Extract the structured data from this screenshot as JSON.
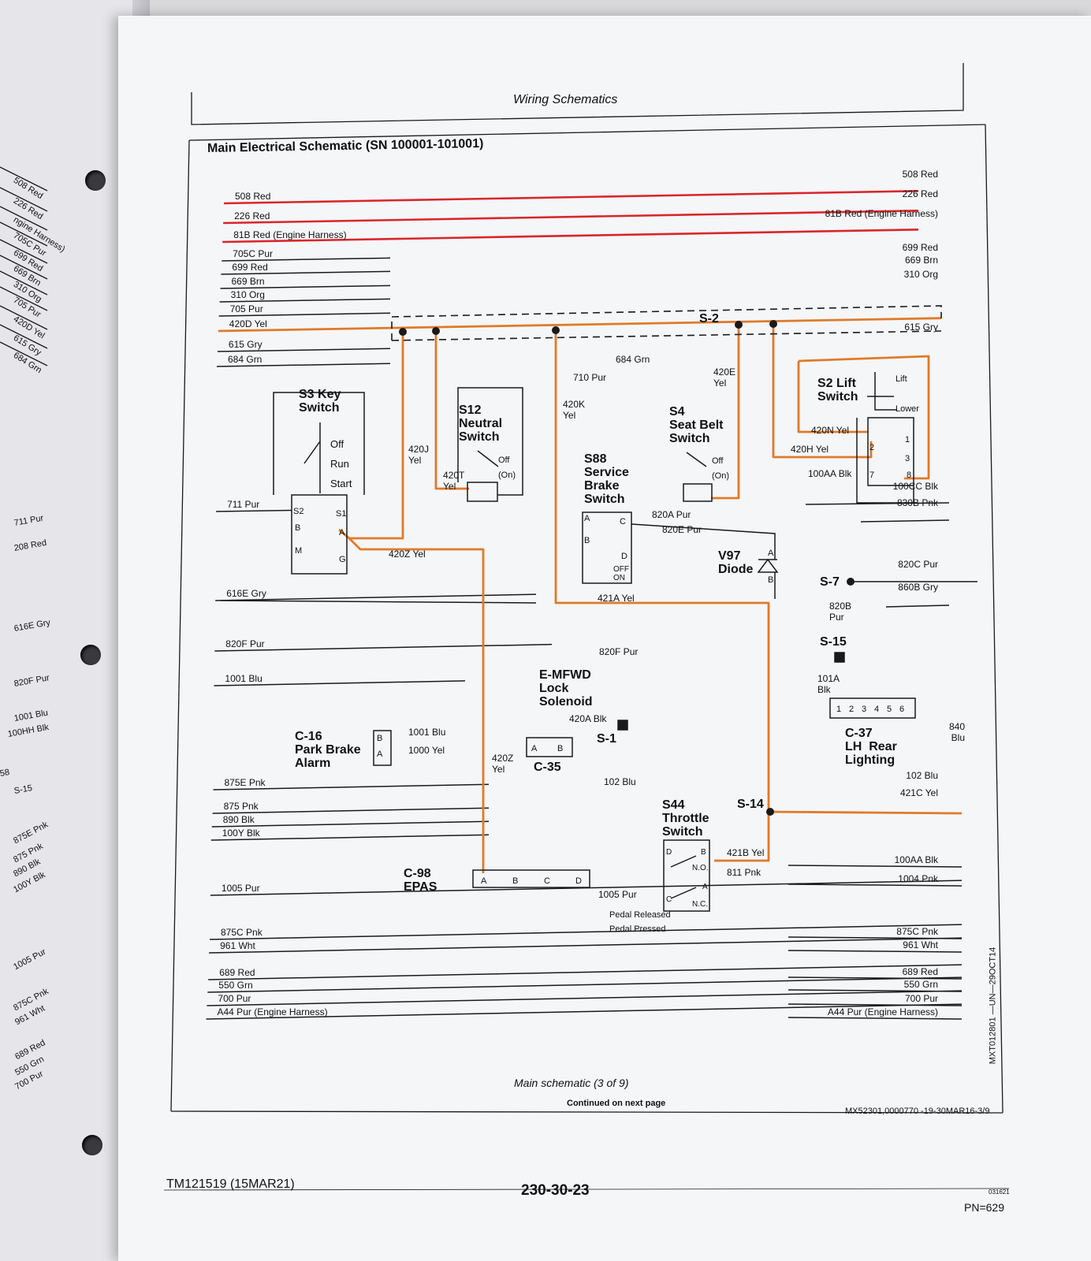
{
  "header": {
    "section": "Wiring Schematics",
    "title": "Main Electrical Schematic (SN 100001-101001)"
  },
  "left_page_labels": [
    "508 Red",
    "226 Red",
    "ngine Harness)",
    "705C Pur",
    "699 Red",
    "669 Brn",
    "310 Org",
    "705 Pur",
    "420D Yel",
    "615 Gry",
    "684 Grn",
    "711 Pur",
    "208 Red",
    "616E Gry",
    "820F Pur",
    "1001 Blu",
    "100HH Blk",
    "58",
    "S-15",
    "875E Pnk",
    "875 Pnk",
    "890 Blk",
    "100Y Blk",
    "1005 Pur",
    "875C Pnk",
    "961 Wht",
    "689 Red",
    "550 Grn",
    "700 Pur"
  ],
  "wires_left": [
    "508 Red",
    "226 Red",
    "81B Red (Engine Harness)",
    "705C Pur",
    "699 Red",
    "669 Brn",
    "310 Org",
    "705 Pur",
    "420D Yel",
    "615 Gry",
    "684 Grn",
    "711 Pur",
    "616E Gry",
    "820F Pur",
    "1001 Blu",
    "875E Pnk",
    "875 Pnk",
    "890 Blk",
    "100Y Blk",
    "1005 Pur",
    "875C Pnk",
    "961 Wht",
    "689 Red",
    "550 Grn",
    "700 Pur",
    "A44 Pur (Engine Harness)"
  ],
  "wires_right": [
    "508 Red",
    "226 Red",
    "81B Red (Engine Harness)",
    "699 Red",
    "669 Brn",
    "310 Org",
    "615 Gry",
    "100CC Blk",
    "830B Pnk",
    "820C Pur",
    "860B Gry",
    "840 Blu",
    "102 Blu",
    "421C Yel",
    "100AA Blk",
    "1004 Pnk",
    "875C Pnk",
    "961 Wht",
    "689 Red",
    "550 Grn",
    "700 Pur",
    "A44 Pur (Engine Harness)"
  ],
  "wire_labels_mid": [
    "710 Pur",
    "684 Grn",
    "420E Yel",
    "420K Yel",
    "420J Yel",
    "420T Yel",
    "420Z Yel",
    "420N Yel",
    "420H Yel",
    "100AA Blk",
    "820A Pur",
    "820E Pur",
    "421A Yel",
    "820F Pur",
    "420A Blk",
    "1001 Blu",
    "1000 Yel",
    "420Z Yel",
    "102 Blu",
    "421B Yel",
    "811 Pnk",
    "1005 Pur",
    "820B Pur",
    "101A Blk"
  ],
  "components": {
    "s3": "S3 Key\nSwitch",
    "s12": "S12\nNeutral\nSwitch",
    "s88": "S88\nService\nBrake\nSwitch",
    "s4": "S4\nSeat Belt\nSwitch",
    "s2": "S2 Lift\nSwitch",
    "v97": "V97\nDiode",
    "emfwd": "E-MFWD\nLock\nSolenoid",
    "c16": "C-16\nPark Brake\nAlarm",
    "c35": "C-35",
    "s1": "S-1",
    "c98": "C-98\nEPAS",
    "s44": "S44\nThrottle\nSwitch",
    "c37": "C-37\nLH  Rear\nLighting",
    "s2_splice": "S-2",
    "s7": "S-7",
    "s15": "S-15",
    "s14": "S-14"
  },
  "switch_positions": {
    "key": [
      "Off",
      "Run",
      "Start"
    ],
    "neutral": [
      "Off",
      "(On)"
    ],
    "seat": [
      "Off",
      "(On)"
    ],
    "lift": [
      "Lift",
      "Lower"
    ],
    "brake": [
      "OFF",
      "ON"
    ],
    "throttle_pedal": [
      "Pedal Released",
      "Pedal Pressed"
    ]
  },
  "terminals": {
    "s3": [
      "S2",
      "S1",
      "B",
      "A",
      "M",
      "G"
    ],
    "c98": [
      "A",
      "B",
      "C",
      "D"
    ],
    "c35": [
      "A",
      "B"
    ],
    "c16": [
      "B",
      "A"
    ],
    "s88": [
      "A",
      "C",
      "B",
      "D"
    ],
    "v97": [
      "A",
      "B"
    ],
    "s44": [
      "D",
      "B",
      "C",
      "A",
      "N.O.",
      "N.C."
    ],
    "s2": [
      "2",
      "1",
      "3",
      "7",
      "8"
    ],
    "c37": [
      "1",
      "2",
      "3",
      "4",
      "5",
      "6"
    ]
  },
  "footer": {
    "caption": "Main schematic (3 of 9)",
    "continued": "Continued on next page",
    "ref": "MX52301,0000770 -19-30MAR16-3/9",
    "side_ref": "MXT012801 —UN—29OCT14",
    "manual": "TM121519 (15MAR21)",
    "page_number": "230-30-23",
    "small_code": "031621",
    "pn": "PN=629"
  },
  "colors": {
    "red": "#d9262b",
    "orange": "#e07a28",
    "black": "#1a1a1a",
    "paper": "#f5f6f8"
  }
}
